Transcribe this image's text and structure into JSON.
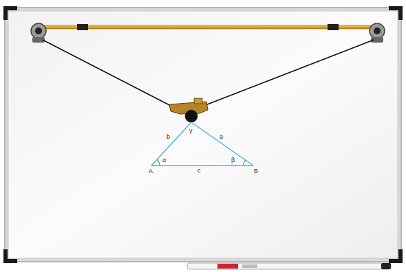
{
  "diagram": {
    "labels": [
      "b",
      "a",
      "γ",
      "α",
      "β",
      "A",
      "c",
      "B"
    ]
  }
}
